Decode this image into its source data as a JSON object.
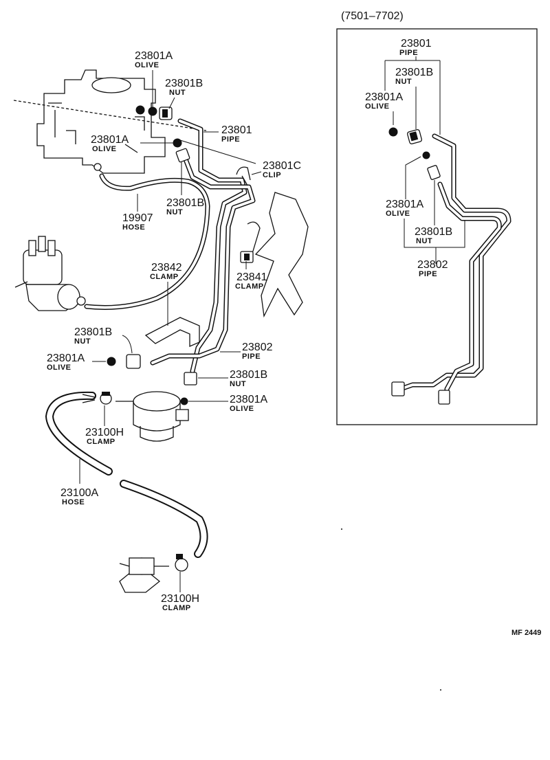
{
  "inset": {
    "range_label": "(7501–7702)",
    "labels": [
      {
        "id": "inset-23801",
        "number": "23801",
        "name": "PIPE"
      },
      {
        "id": "inset-23801b-top",
        "number": "23801B",
        "name": "NUT"
      },
      {
        "id": "inset-23801a-top",
        "number": "23801A",
        "name": "OLIVE"
      },
      {
        "id": "inset-23801a-mid",
        "number": "23801A",
        "name": "OLIVE"
      },
      {
        "id": "inset-23801b-mid",
        "number": "23801B",
        "name": "NUT"
      },
      {
        "id": "inset-23802",
        "number": "23802",
        "name": "PIPE"
      }
    ]
  },
  "main": {
    "labels": [
      {
        "id": "main-23801a-top",
        "number": "23801A",
        "name": "OLIVE"
      },
      {
        "id": "main-23801b-top",
        "number": "23801B",
        "name": "NUT"
      },
      {
        "id": "main-23801",
        "number": "23801",
        "name": "PIPE"
      },
      {
        "id": "main-23801a-second",
        "number": "23801A",
        "name": "OLIVE"
      },
      {
        "id": "main-23801c",
        "number": "23801C",
        "name": "CLIP"
      },
      {
        "id": "main-19907",
        "number": "19907",
        "name": "HOSE"
      },
      {
        "id": "main-23801b-second",
        "number": "23801B",
        "name": "NUT"
      },
      {
        "id": "main-23842",
        "number": "23842",
        "name": "CLAMP"
      },
      {
        "id": "main-23841",
        "number": "23841",
        "name": "CLAMP"
      },
      {
        "id": "main-23801b-left",
        "number": "23801B",
        "name": "NUT"
      },
      {
        "id": "main-23802",
        "number": "23802",
        "name": "PIPE"
      },
      {
        "id": "main-23801a-left",
        "number": "23801A",
        "name": "OLIVE"
      },
      {
        "id": "main-23801b-lower",
        "number": "23801B",
        "name": "NUT"
      },
      {
        "id": "main-23801a-lower",
        "number": "23801A",
        "name": "OLIVE"
      },
      {
        "id": "main-23100h-upper",
        "number": "23100H",
        "name": "CLAMP"
      },
      {
        "id": "main-23100a",
        "number": "23100A",
        "name": "HOSE"
      },
      {
        "id": "main-23100h-lower",
        "number": "23100H",
        "name": "CLAMP"
      }
    ]
  },
  "figure_code": "MF 2449"
}
